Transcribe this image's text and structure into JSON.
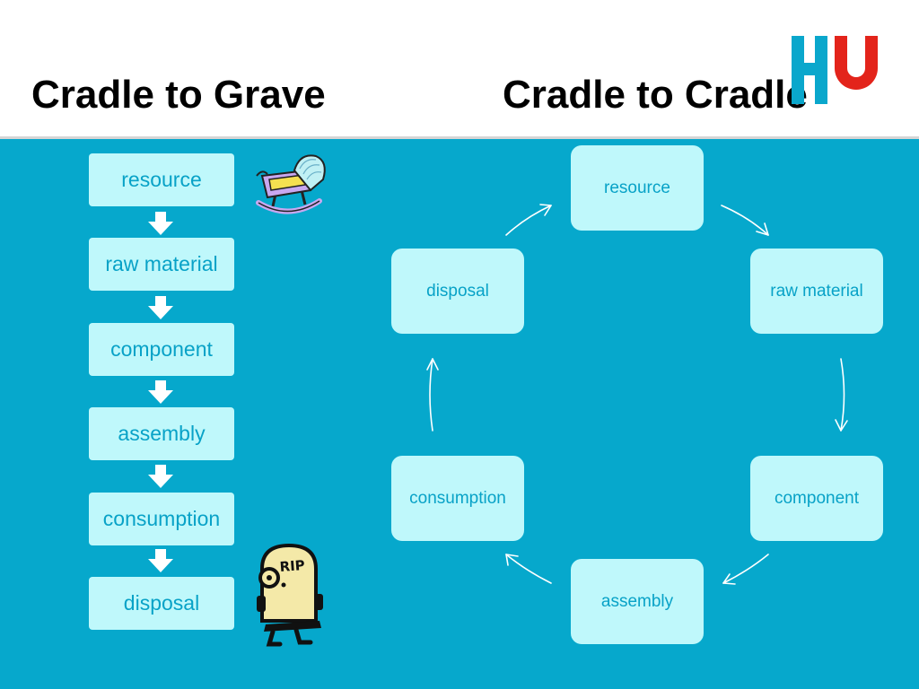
{
  "titles": {
    "left": "Cradle to Grave",
    "right": "Cradle to Cradle"
  },
  "logo": {
    "icon": "university-logo-icon",
    "letters": "HU",
    "colors": [
      "#0aa7cc",
      "#e3241b"
    ]
  },
  "grave_flow": {
    "steps": [
      "resource",
      "raw material",
      "component",
      "assembly",
      "consumption",
      "disposal"
    ],
    "start_icon": "cradle-icon",
    "end_icon": "tombstone-rip-icon",
    "tombstone_text": "RIP"
  },
  "cradle_cycle": {
    "steps": [
      "resource",
      "raw material",
      "component",
      "assembly",
      "consumption",
      "disposal"
    ]
  },
  "colors": {
    "background": "#06a8cc",
    "box_fill": "#bff8fb",
    "box_text": "#08a2c7"
  }
}
